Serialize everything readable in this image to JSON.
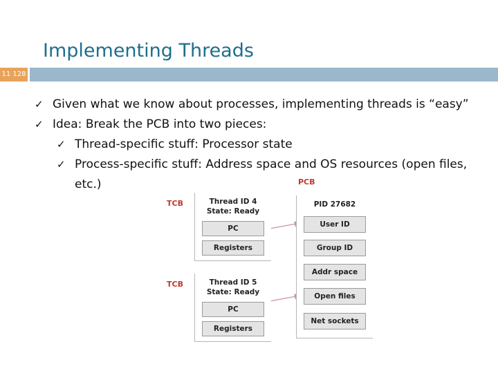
{
  "slide": {
    "title": "Implementing Threads",
    "slide_number": "11 128"
  },
  "bullets": [
    {
      "level": 1,
      "text": "Given what we know about processes, implementing threads is “easy”"
    },
    {
      "level": 1,
      "text": "Idea: Break the PCB into two pieces:"
    },
    {
      "level": 2,
      "text": "Thread-specific stuff: Processor state"
    },
    {
      "level": 2,
      "text": "Process-specific stuff: Address space and OS resources (open files,",
      "continuation": "etc.)"
    }
  ],
  "diagram": {
    "pcb_label": "PCB",
    "tcb_label": "TCB",
    "threads": [
      {
        "header_line1": "Thread ID 4",
        "header_line2": "State: Ready",
        "fields": [
          "PC",
          "Registers"
        ]
      },
      {
        "header_line1": "Thread ID 5",
        "header_line2": "State: Ready",
        "fields": [
          "PC",
          "Registers"
        ]
      }
    ],
    "pcb": {
      "header": "PID 27682",
      "fields": [
        "User ID",
        "Group ID",
        "Addr space",
        "Open files",
        "Net sockets"
      ]
    }
  },
  "colors": {
    "title": "#1f6e8c",
    "slide_number_bg": "#e8a35a",
    "header_bar": "#9ab7cc",
    "label_red": "#c0392b",
    "box_fill": "#e4e4e4",
    "arrow": "#c98fb0"
  }
}
